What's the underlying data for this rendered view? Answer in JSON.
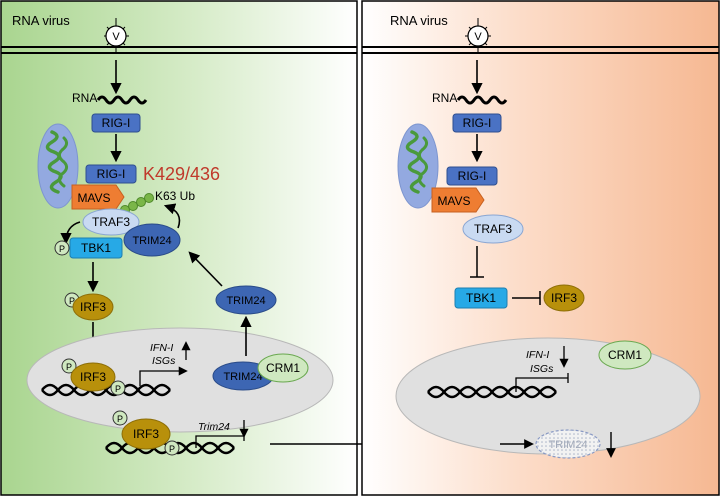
{
  "left_panel": {
    "virus_label": "RNA virus",
    "virus_symbol": "V",
    "rna_label": "RNA",
    "rig_i_top": "RIG-I",
    "rig_i_mito": "RIG-I",
    "site_label": "K429/436",
    "ub_label": "K63 Ub",
    "mavs": "MAVS",
    "traf3": "TRAF3",
    "trim24_complex": "TRIM24",
    "p": "P",
    "tbk1": "TBK1",
    "irf3_cyto": "IRF3",
    "trim24_cyto": "TRIM24",
    "ifn_label": "IFN-I",
    "isgs_label": "ISGs",
    "irf3_nuc": "IRF3",
    "trim24_nuc": "TRIM24",
    "crm1": "CRM1",
    "irf3_gene": "IRF3",
    "trim24_gene": "Trim24"
  },
  "right_panel": {
    "virus_label": "RNA virus",
    "virus_symbol": "V",
    "rna_label": "RNA",
    "rig_i_top": "RIG-I",
    "rig_i_mito": "RIG-I",
    "mavs": "MAVS",
    "traf3": "TRAF3",
    "tbk1": "TBK1",
    "irf3": "IRF3",
    "crm1": "CRM1",
    "ifn_label": "IFN-I",
    "isgs_label": "ISGs",
    "trim24_faded": "TRIM24"
  },
  "colors": {
    "rig_i": "#4a72c4",
    "mavs": "#ee7d32",
    "traf3": "#c9daf2",
    "tbk1": "#27a9e6",
    "irf3": "#b8900b",
    "trim24": "#3d66b3",
    "crm1": "#cfe8c0",
    "site_label": "#c0392b",
    "ub_beads": "#7ab648",
    "phospho": "#cfe8c0",
    "mito_outer": "#93a9e0",
    "mito_inner": "#4a9a3c",
    "nucleus": "#e0e0e0"
  }
}
